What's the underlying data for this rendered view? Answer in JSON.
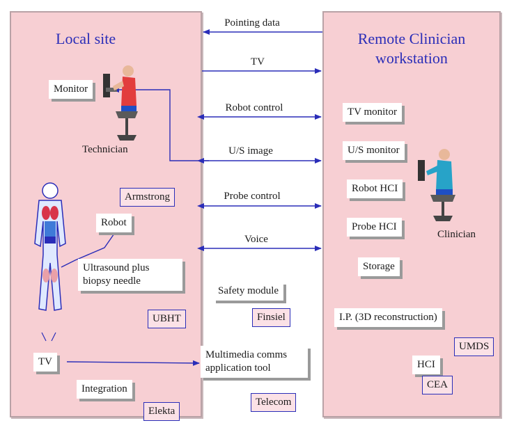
{
  "local_site": {
    "title": "Local site",
    "monitor": "Monitor",
    "technician": "Technician",
    "armstrong": "Armstrong",
    "robot": "Robot",
    "ultrasound": "Ultrasound plus biopsy needle",
    "ubht": "UBHT",
    "tv": "TV",
    "integration": "Integration",
    "elekta": "Elekta"
  },
  "remote_site": {
    "title": "Remote Clinician workstation",
    "tv_monitor": "TV monitor",
    "us_monitor": "U/S monitor",
    "robot_hci": "Robot HCI",
    "probe_hci": "Probe HCI",
    "clinician": "Clinician",
    "storage": "Storage",
    "ip": "I.P. (3D reconstruction)",
    "umds": "UMDS",
    "hci": "HCI",
    "cea": "CEA"
  },
  "links": {
    "pointing_data": "Pointing data",
    "tv": "TV",
    "robot_control": "Robot control",
    "us_image": "U/S image",
    "probe_control": "Probe control",
    "voice": "Voice"
  },
  "center": {
    "safety_module": "Safety module",
    "finsiel": "Finsiel",
    "multimedia": "Multimedia comms application tool",
    "telecom": "Telecom"
  },
  "colors": {
    "panel": "#f7cfd3",
    "accent": "#2a2db8",
    "box": "#ffffff"
  },
  "icons": [
    "technician-figure-icon",
    "clinician-figure-icon",
    "human-body-icon"
  ]
}
